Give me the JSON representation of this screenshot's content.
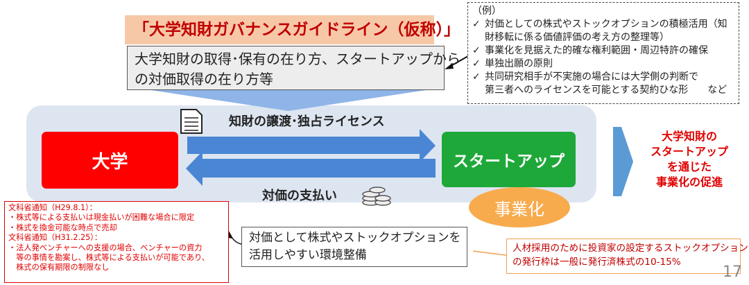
{
  "title": "「大学知財ガバナンスガイドライン（仮称）」",
  "subtitle_lines": [
    "大学知財の取得･保有の在り方、スタートアップから",
    "の対価取得の在り方等"
  ],
  "examples": {
    "heading": "（例）",
    "items": [
      {
        "check": "✓",
        "text": "対価としての株式やストックオプションの積極活用（知\n財移転に係る価値評価の考え方の整理等）"
      },
      {
        "check": "✓",
        "text": "事業化を見据えた的確な権利範囲・周辺特許の確保"
      },
      {
        "check": "✓",
        "text": "単独出願の原則"
      },
      {
        "check": "✓",
        "text": "共同研究相手が不実施の場合には大学側の判断で\n第三者へのライセンスを可能とする契約ひな形　　など"
      }
    ]
  },
  "flow": {
    "university": "大学",
    "startup": "スタートアップ",
    "ip_transfer_label": "知財の譲渡･独占ライセンス",
    "payment_label": "対価の支払い",
    "commercialization": "事業化",
    "result_lines": [
      "大学知財の",
      "スタートアップ",
      "を通じた",
      "事業化の促進"
    ]
  },
  "notice": {
    "lines": [
      "文科省通知（H29.8.1）：",
      "・株式等による支払いは現金払いが困難な場合に限定",
      "・株式を換金可能な時点で売却",
      "文科省通知（H31.2.25）：",
      "・法人発ベンチャーへの支援の場合、ベンチャーの資力",
      "　等の事情を勘案し、株式等による支払いが可能であり、",
      "　株式の保有期限の制限なし"
    ]
  },
  "equity_lines": [
    "対価として株式やストックオプションを",
    "活用しやすい環境整備"
  ],
  "stock_option_note_lines": [
    "人材採用のために投資家の設定するストックオプション",
    "の発行枠は一般に発行済株式の10-15%"
  ],
  "page_number": "17",
  "colors": {
    "university": "#ff0000",
    "startup": "#1fa83a",
    "arrow": "#4a86d4",
    "commercialization": "#f7ab4d",
    "emphasis_red": "#e00000"
  },
  "icons": [
    "document-icon",
    "coins-icon",
    "chevron-right-icon"
  ]
}
